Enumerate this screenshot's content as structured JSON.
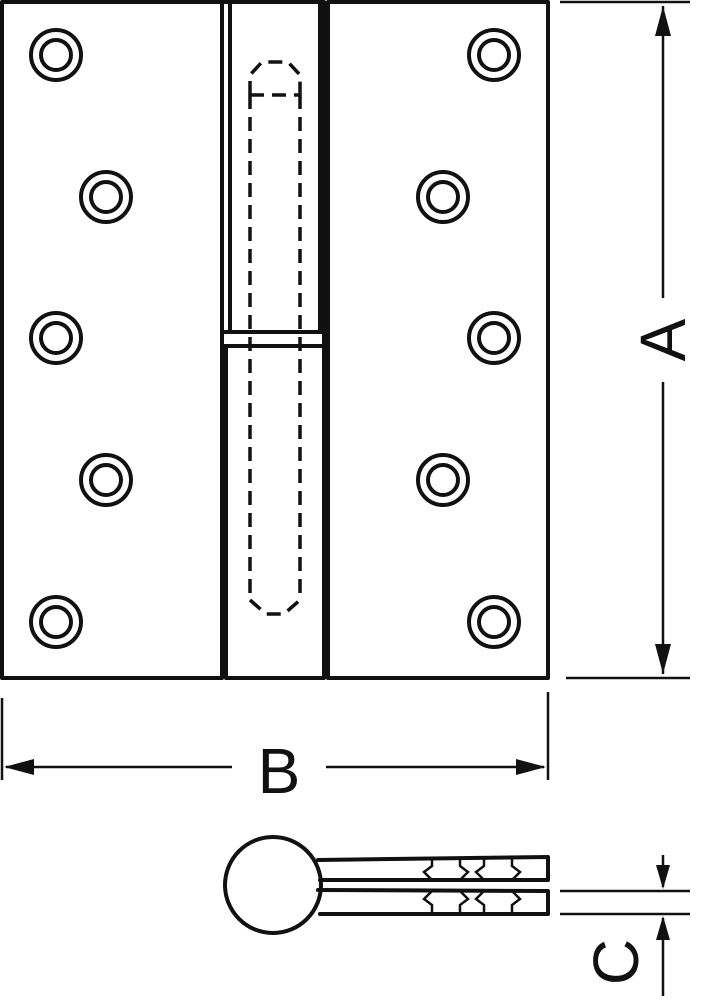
{
  "diagram": {
    "colors": {
      "line": "#111111",
      "background": "#ffffff"
    },
    "dimensions": {
      "height_label": "A",
      "width_label": "B",
      "thickness_label": "C"
    },
    "screw_holes_per_leaf": 5
  }
}
